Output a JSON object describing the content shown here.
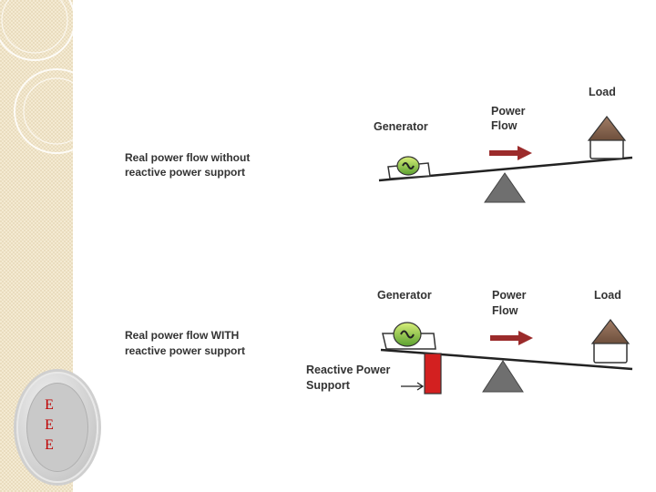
{
  "slide": {
    "badge_letters": [
      "E",
      "E",
      "E"
    ]
  },
  "scenario_without": {
    "caption_line1": "Real power flow without",
    "caption_line2": "reactive power support",
    "generator_label": "Generator",
    "power_flow_line1": "Power",
    "power_flow_line2": "Flow",
    "load_label": "Load"
  },
  "scenario_with": {
    "caption_line1": "Real power flow WITH",
    "caption_line2": "reactive power support",
    "generator_label": "Generator",
    "power_flow_line1": "Power",
    "power_flow_line2": "Flow",
    "load_label": "Load",
    "support_line1": "Reactive Power",
    "support_line2": "Support"
  },
  "colors": {
    "arrow": "#9b2b2b",
    "generator_top": "#c9e36a",
    "generator_bottom": "#4a8f2a",
    "load_cap": "#8a6a55",
    "support_bar": "#d32020",
    "fulcrum": "#6f6f6f"
  }
}
